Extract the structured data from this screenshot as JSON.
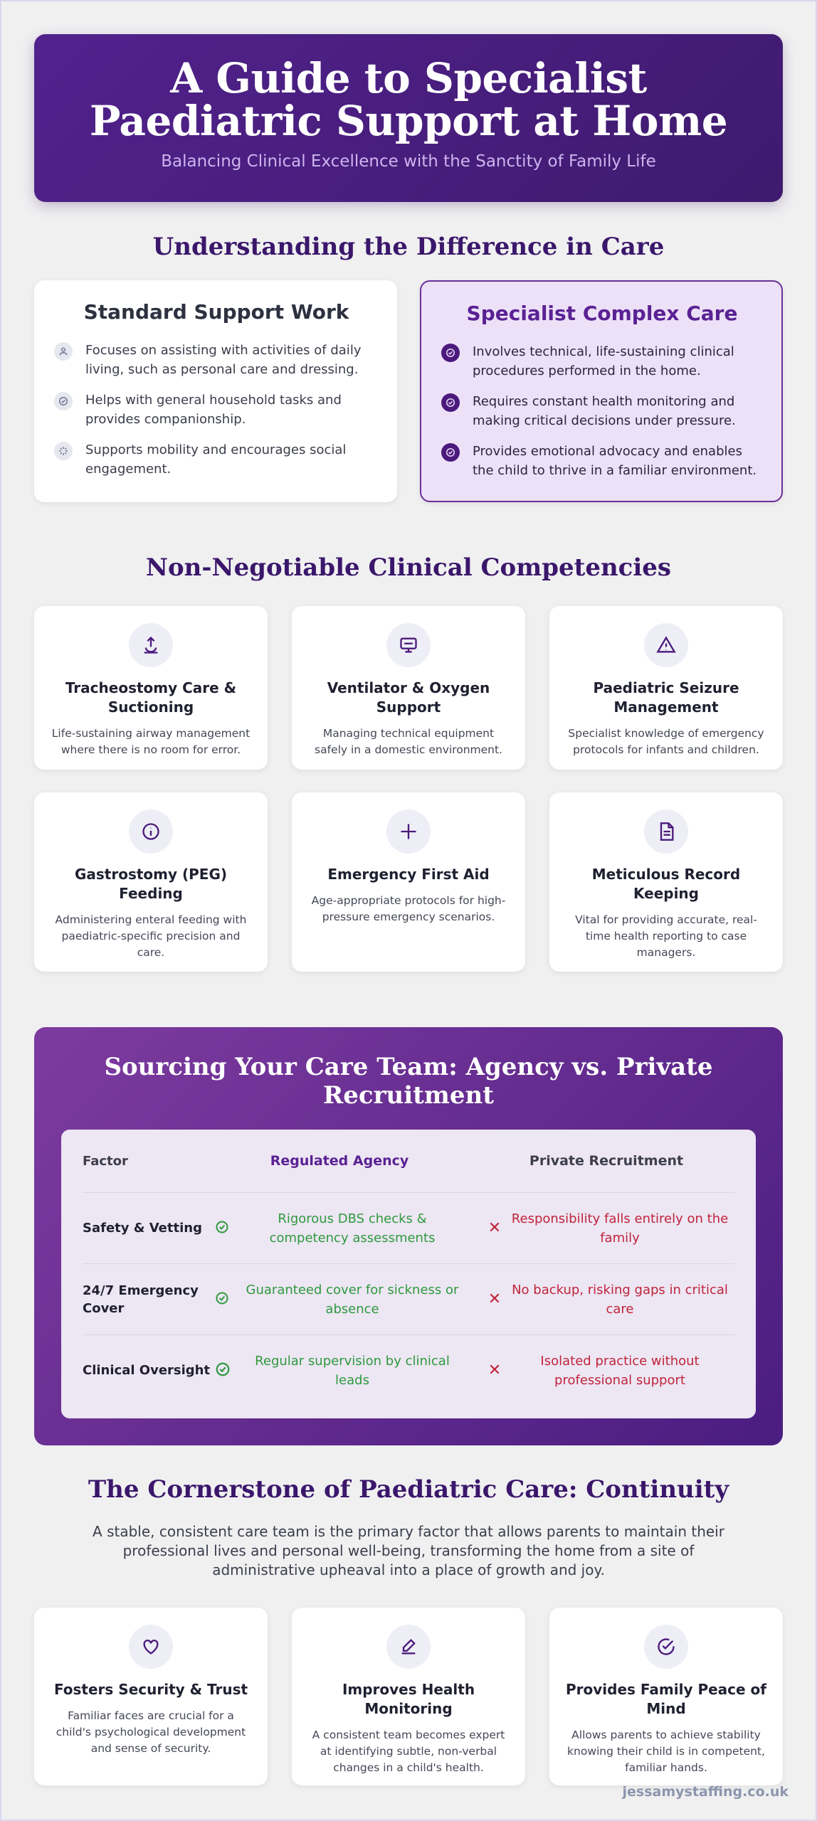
{
  "hero": {
    "title": "A Guide to Specialist Paediatric Support at Home",
    "subtitle": "Balancing Clinical Excellence with the Sanctity of Family Life"
  },
  "difference": {
    "title": "Understanding the Difference in Care",
    "standard": {
      "heading": "Standard Support Work",
      "items": [
        {
          "icon": "person-icon",
          "text": "Focuses on assisting with activities of daily living, such as personal care and dressing."
        },
        {
          "icon": "check-circle-icon",
          "text": "Helps with general household tasks and provides companionship."
        },
        {
          "icon": "sparkle-icon",
          "text": "Supports mobility and encourages social engagement."
        }
      ]
    },
    "specialist": {
      "heading": "Specialist Complex Care",
      "items": [
        {
          "icon": "check-circle-icon",
          "text": "Involves technical, life-sustaining clinical procedures performed in the home."
        },
        {
          "icon": "check-circle-icon",
          "text": "Requires constant health monitoring and making critical decisions under pressure."
        },
        {
          "icon": "check-circle-icon",
          "text": "Provides emotional advocacy and enables the child to thrive in a familiar environment."
        }
      ]
    }
  },
  "competencies": {
    "title": "Non-Negotiable Clinical Competencies",
    "cards": [
      {
        "icon": "airway-icon",
        "title": "Tracheostomy Care & Suctioning",
        "text": "Life-sustaining airway management where there is no room for error."
      },
      {
        "icon": "monitor-icon",
        "title": "Ventilator & Oxygen Support",
        "text": "Managing technical equipment safely in a domestic environment."
      },
      {
        "icon": "warning-icon",
        "title": "Paediatric Seizure Management",
        "text": "Specialist knowledge of emergency protocols for infants and children."
      },
      {
        "icon": "info-icon",
        "title": "Gastrostomy (PEG) Feeding",
        "text": "Administering enteral feeding with paediatric-specific precision and care."
      },
      {
        "icon": "plus-icon",
        "title": "Emergency First Aid",
        "text": "Age-appropriate protocols for high-pressure emergency scenarios."
      },
      {
        "icon": "document-icon",
        "title": "Meticulous Record Keeping",
        "text": "Vital for providing accurate, real-time health reporting to case managers."
      }
    ]
  },
  "sourcing": {
    "title": "Sourcing Your Care Team: Agency vs. Private Recruitment",
    "headers": {
      "factor": "Factor",
      "agency": "Regulated Agency",
      "private": "Private Recruitment"
    },
    "rows": [
      {
        "factor": "Safety & Vetting",
        "agency": "Rigorous DBS checks & competency assessments",
        "private": "Responsibility falls entirely on the family"
      },
      {
        "factor": "24/7 Emergency Cover",
        "agency": "Guaranteed cover for sickness or absence",
        "private": "No backup, risking gaps in critical care"
      },
      {
        "factor": "Clinical Oversight",
        "agency": "Regular supervision by clinical leads",
        "private": "Isolated practice without professional support"
      }
    ],
    "colors": {
      "positive": "#2e9a3e",
      "negative": "#c0243b"
    }
  },
  "continuity": {
    "title": "The Cornerstone of Paediatric Care: Continuity",
    "lead": "A stable, consistent care team is the primary factor that allows parents to maintain their professional lives and personal well-being, transforming the home from a site of administrative upheaval into a place of growth and joy.",
    "cards": [
      {
        "icon": "heart-icon",
        "title": "Fosters Security & Trust",
        "text": "Familiar faces are crucial for a child's psychological development and sense of security."
      },
      {
        "icon": "pen-icon",
        "title": "Improves Health Monitoring",
        "text": "A consistent team becomes expert at identifying subtle, non-verbal changes in a child's health."
      },
      {
        "icon": "check-circle-icon",
        "title": "Provides Family Peace of Mind",
        "text": "Allows parents to achieve stability knowing their child is in competent, familiar hands."
      }
    ]
  },
  "footer": {
    "site": "jessamystaffing.co.uk"
  },
  "theme": {
    "primary": "#4b1a7c",
    "accent": "#5a2294"
  }
}
